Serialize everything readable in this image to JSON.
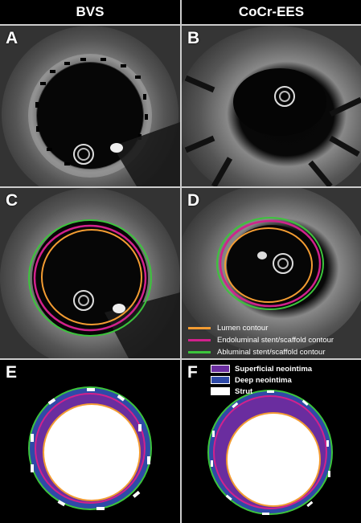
{
  "header": {
    "left": "BVS",
    "right": "CoCr-EES"
  },
  "panels": {
    "a": "A",
    "b": "B",
    "c": "C",
    "d": "D",
    "e": "E",
    "f": "F"
  },
  "legend_contours": [
    {
      "label": "Lumen contour",
      "color": "#f39c32"
    },
    {
      "label": "Endoluminal stent/scaffold contour",
      "color": "#d2218c"
    },
    {
      "label": "Abluminal stent/scaffold contour",
      "color": "#3cc43c"
    }
  ],
  "legend_layers": [
    {
      "label": "Superficial neointima",
      "color": "#6a2d9f"
    },
    {
      "label": "Deep neointima",
      "color": "#2f4aa8"
    },
    {
      "label": "Strut",
      "color": "#ffffff"
    }
  ]
}
